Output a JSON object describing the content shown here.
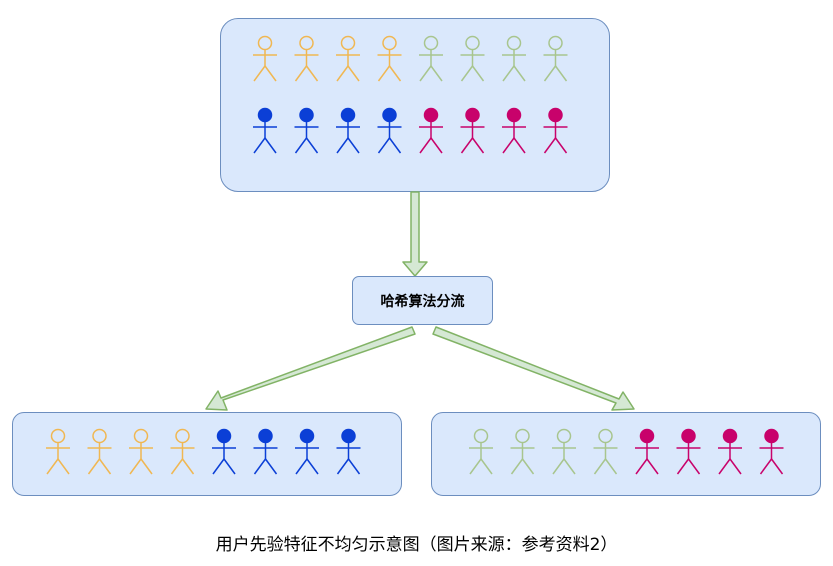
{
  "process_label": "哈希算法分流",
  "caption": "用户先验特征不均匀示意图（图片来源：参考资料2）",
  "colors": {
    "orange": "#f0b752",
    "green": "#a8c58e",
    "blue": "#0b3fd6",
    "magenta": "#c8026b",
    "arrow_fill": "#d5e8d4",
    "arrow_stroke": "#82b366"
  },
  "groups": {
    "top_row1": [
      "orange",
      "orange",
      "orange",
      "orange",
      "green",
      "green",
      "green",
      "green"
    ],
    "top_row2": [
      "blue",
      "blue",
      "blue",
      "blue",
      "magenta",
      "magenta",
      "magenta",
      "magenta"
    ],
    "left": [
      "orange",
      "orange",
      "orange",
      "orange",
      "blue",
      "blue",
      "blue",
      "blue"
    ],
    "right": [
      "green",
      "green",
      "green",
      "green",
      "magenta",
      "magenta",
      "magenta",
      "magenta"
    ]
  }
}
